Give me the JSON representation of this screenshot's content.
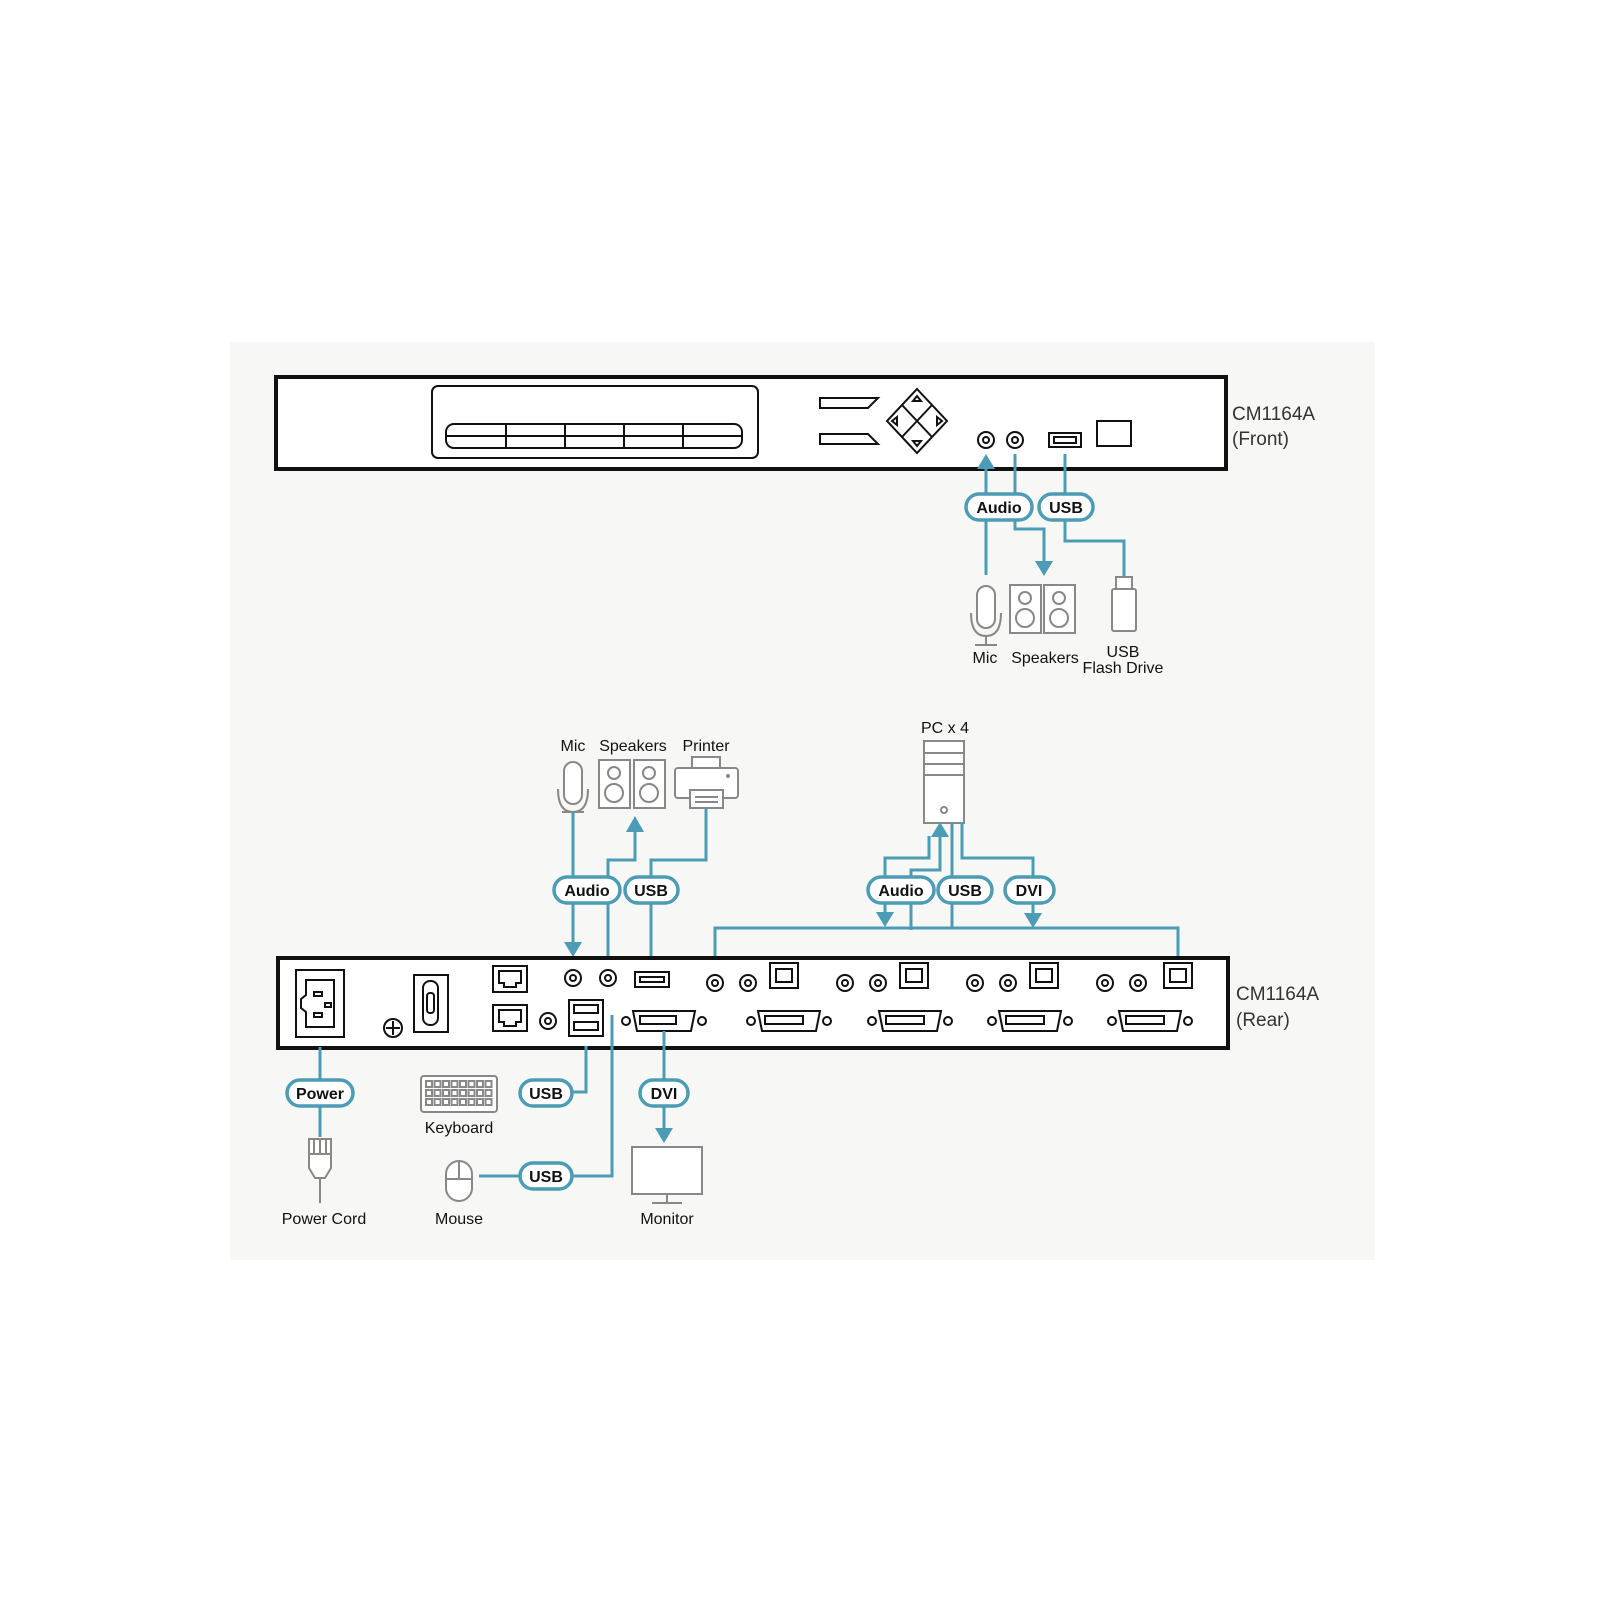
{
  "colors": {
    "accent": "#4b9cb4",
    "outline": "#111111",
    "icon": "#888888",
    "panel": "#f7f7f5"
  },
  "front": {
    "name": "CM1164A",
    "view": "(Front)",
    "pills": {
      "audio": "Audio",
      "usb": "USB"
    },
    "labels": {
      "mic": "Mic",
      "speakers": "Speakers",
      "usb_line1": "USB",
      "usb_line2": "Flash Drive"
    }
  },
  "rear": {
    "name": "CM1164A",
    "view": "(Rear)",
    "console_pills": {
      "audio": "Audio",
      "usb": "USB"
    },
    "console_labels": {
      "mic": "Mic",
      "speakers": "Speakers",
      "printer": "Printer"
    },
    "pc_label": "PC x 4",
    "pc_pills": {
      "audio": "Audio",
      "usb": "USB",
      "dvi": "DVI"
    },
    "bottom_pills": {
      "power": "Power",
      "keyboard_usb": "USB",
      "mouse_usb": "USB",
      "dvi": "DVI"
    },
    "bottom_labels": {
      "power_cord": "Power Cord",
      "keyboard": "Keyboard",
      "mouse": "Mouse",
      "monitor": "Monitor"
    }
  }
}
